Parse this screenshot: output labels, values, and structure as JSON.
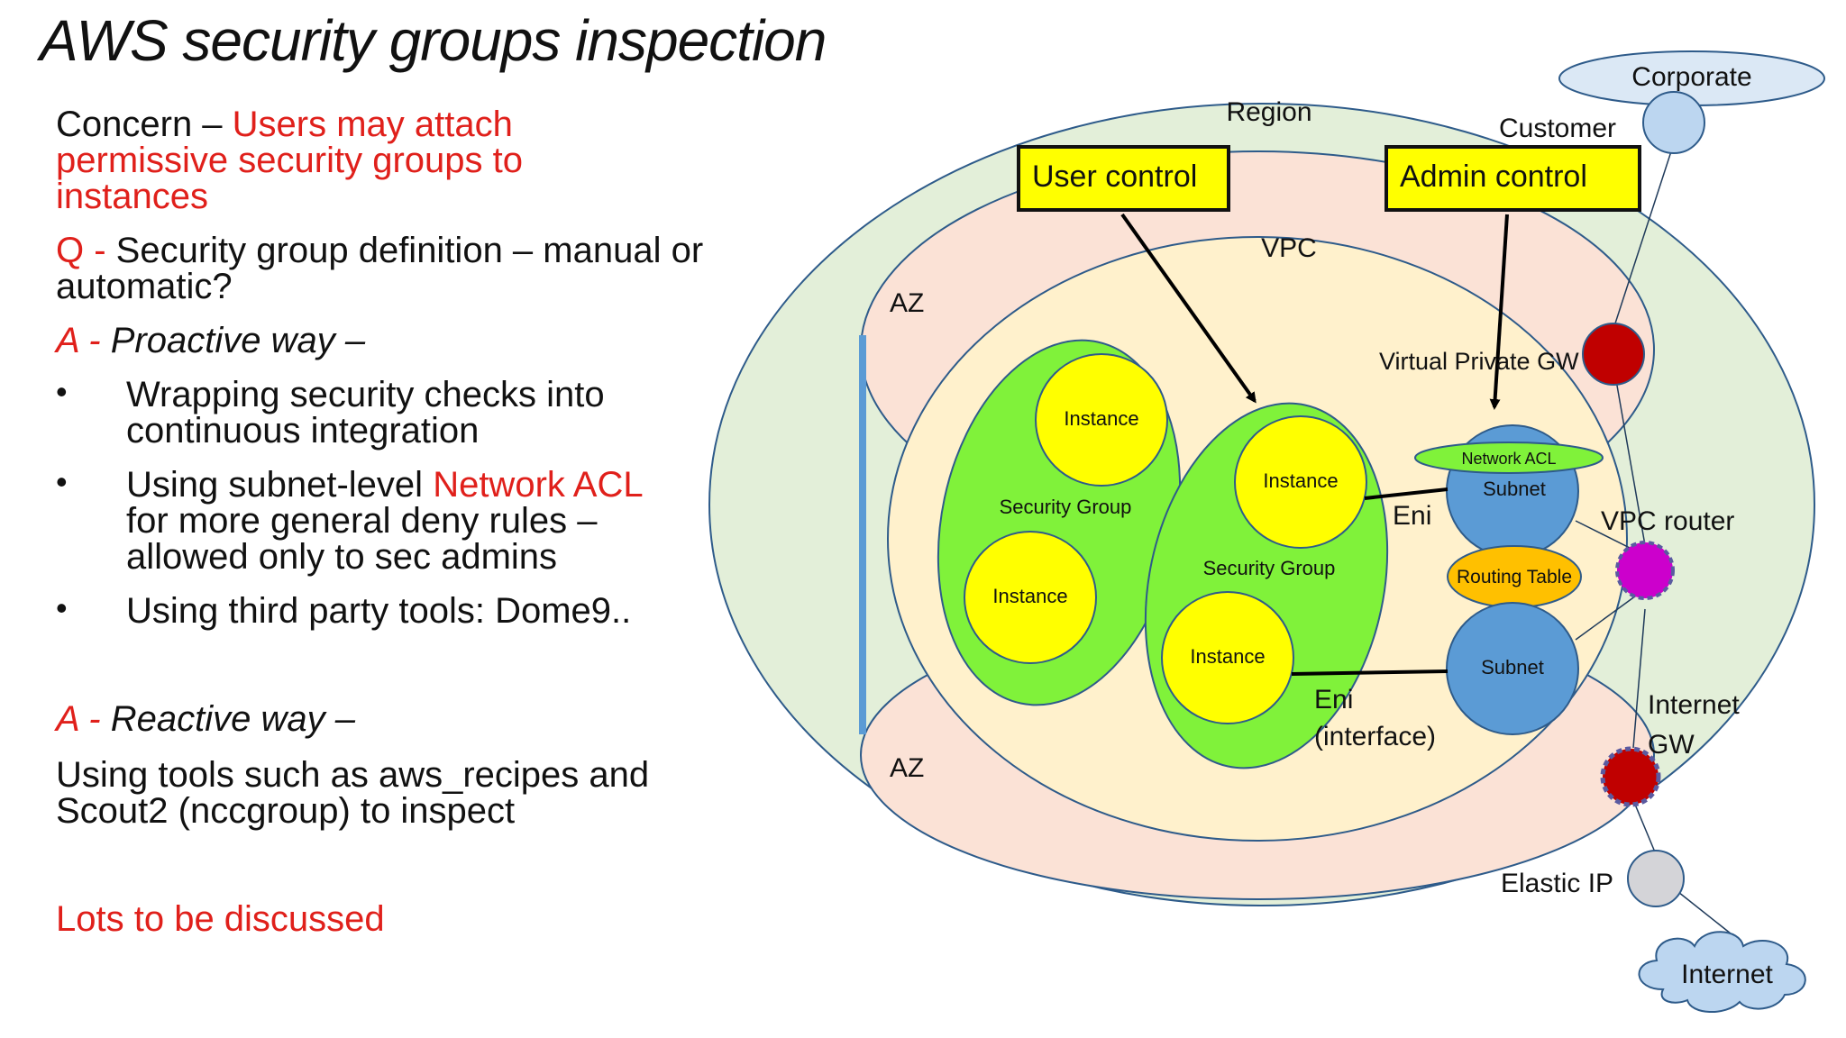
{
  "title": "AWS security groups inspection",
  "left": {
    "concern_label": "Concern – ",
    "concern_text": "Users may attach permissive security groups to instances",
    "q_label": "Q - ",
    "q_text": "Security group definition – manual or automatic?",
    "a1_label": "A - ",
    "a1_text": "Proactive way –",
    "bullet_glyph": "•",
    "bullets": [
      {
        "text": "Wrapping security checks into continuous integration"
      },
      {
        "pre": "Using subnet-level ",
        "highlight": "Network ACL",
        "post": " for more general deny rules – allowed only to sec admins"
      },
      {
        "text": "Using third party tools: Dome9.."
      }
    ],
    "a2_label": "A - ",
    "a2_text": "Reactive way –",
    "reactive_text": "Using tools such as aws_recipes and Scout2 (nccgroup) to inspect",
    "footer": "Lots to be discussed"
  },
  "diagram": {
    "corporate": "Corporate",
    "region": "Region",
    "customer": "Customer",
    "user_control": "User control",
    "admin_control": "Admin control",
    "vpc": "VPC",
    "az_top": "AZ",
    "az_bottom": "AZ",
    "virtual_private_gw": "Virtual Private GW",
    "network_acl": "Network ACL",
    "subnet_top": "Subnet",
    "subnet_bottom": "Subnet",
    "routing_table": "Routing Table",
    "vpc_router": "VPC router",
    "eni_top": "Eni",
    "eni_bottom": "Eni",
    "eni_interface": "(interface)",
    "internet_gw_1": "Internet",
    "internet_gw_2": "GW",
    "elastic_ip": "Elastic IP",
    "internet": "Internet",
    "sg1": {
      "label": "Security Group",
      "instance_a": "Instance",
      "instance_b": "Instance"
    },
    "sg2": {
      "label": "Security Group",
      "instance_a": "Instance",
      "instance_b": "Instance"
    }
  },
  "colors": {
    "accent_red": "#e0201b",
    "region_fill": "#e3efd9",
    "az_fill": "#fbe2d6",
    "vpc_fill": "#fff1cc",
    "sg_fill": "#80f23a",
    "instance_fill": "#ffff00",
    "subnet_fill": "#5b9bd5",
    "routing_fill": "#ffc000",
    "gw_fill": "#c00000",
    "router_fill": "#cc00cc"
  }
}
